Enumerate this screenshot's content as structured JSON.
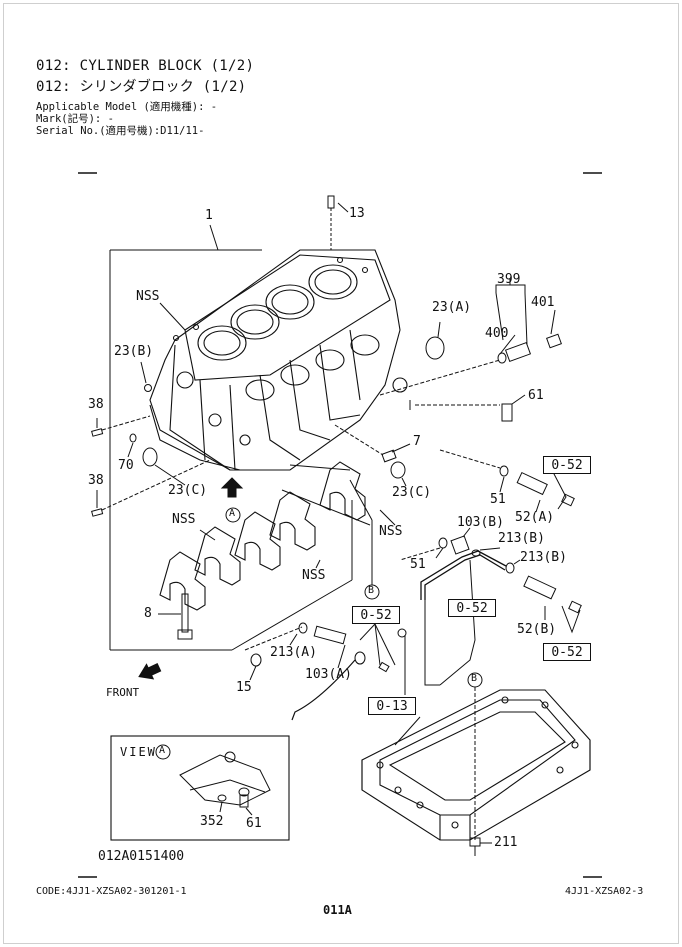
{
  "header": {
    "title_en": "012: CYLINDER BLOCK (1/2)",
    "title_jp": "012: シリンダブロック (1/2)",
    "applicable_model": "Applicable Model (適用機種): -",
    "mark": "Mark(記号): -",
    "serial": "Serial No.(適用号機):D11/11-"
  },
  "labels": {
    "l1": "1",
    "l13": "13",
    "l399": "399",
    "l401": "401",
    "l400": "400",
    "l23a": "23(A)",
    "nss_top": "NSS",
    "l23b": "23(B)",
    "l38a": "38",
    "l38b": "38",
    "l70": "70",
    "l23c_left": "23(C)",
    "l61": "61",
    "l7": "7",
    "l23c_right": "23(C)",
    "l51a": "51",
    "l52a": "52(A)",
    "nss_mid_right": "NSS",
    "nss_left": "NSS",
    "circle_a": "A",
    "nss_bottom": "NSS",
    "circle_b_mid": "B",
    "l103b": "103(B)",
    "l213b1": "213(B)",
    "l213b2": "213(B)",
    "l51b": "51",
    "l8": "8",
    "l52b": "52(B)",
    "l213a": "213(A)",
    "l103a": "103(A)",
    "l15": "15",
    "front": "FRONT",
    "circle_b_bottom": "B",
    "view_a": "VIEW",
    "view_circle": "A",
    "l352": "352",
    "l61b": "61",
    "l211": "211",
    "drawing_no": "012A0151400"
  },
  "refboxes": {
    "r052_top": "0-52",
    "r052_mid": "0-52",
    "r052_center": "0-52",
    "r052_right": "0-52",
    "r013": "0-13"
  },
  "footer": {
    "code_left": "CODE:4JJ1-XZSA02-301201-1",
    "code_right": "4JJ1-XZSA02-3",
    "page": "011A"
  }
}
